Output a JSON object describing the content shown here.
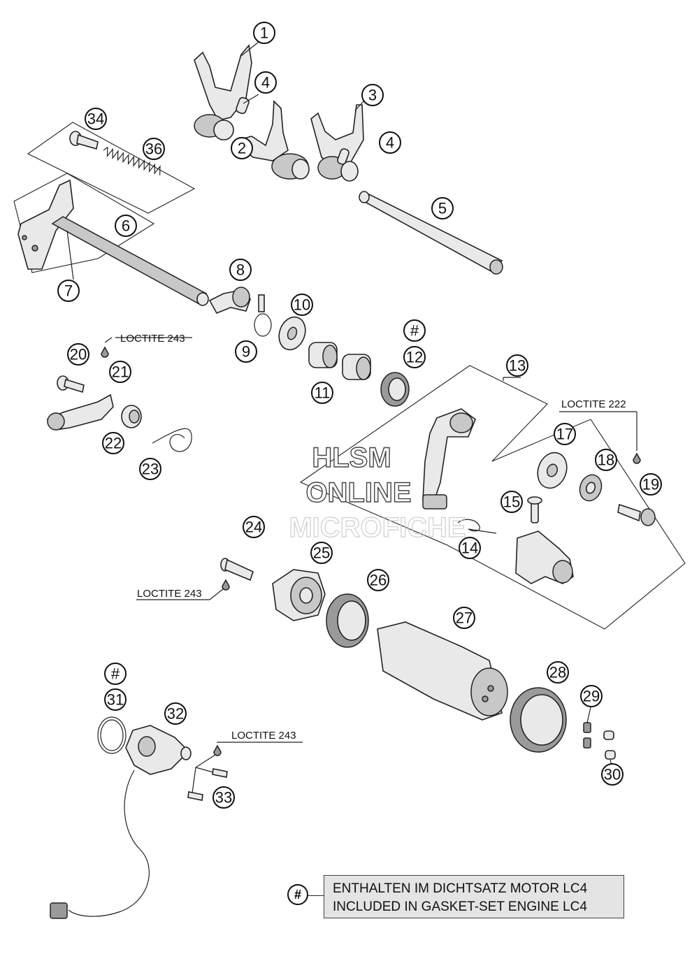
{
  "callouts": {
    "c1": "1",
    "c2": "2",
    "c3": "3",
    "c4a": "4",
    "c4b": "4",
    "c5": "5",
    "c6": "6",
    "c7": "7",
    "c8": "8",
    "c9": "9",
    "c10": "10",
    "c11": "11",
    "c12": "12",
    "c12h": "#",
    "c13": "13",
    "c14": "14",
    "c15": "15",
    "c17": "17",
    "c18": "18",
    "c19": "19",
    "c20": "20",
    "c21": "21",
    "c22": "22",
    "c23": "23",
    "c24": "24",
    "c25": "25",
    "c26": "26",
    "c27": "27",
    "c28": "28",
    "c29": "29",
    "c30": "30",
    "c31": "31",
    "c31h": "#",
    "c32": "32",
    "c33": "33",
    "c34": "34",
    "c36": "36"
  },
  "loctite": {
    "l1": "LOCTITE 243",
    "l2": "LOCTITE 222",
    "l3": "LOCTITE 243",
    "l4": "LOCTITE 243"
  },
  "watermark": {
    "line1": "HLSM",
    "line2": "ONLINE",
    "line3": "MICROFICHE"
  },
  "legend": {
    "symbol": "#",
    "line1": "ENTHALTEN IM DICHTSATZ MOTOR LC4",
    "line2": "INCLUDED IN GASKET-SET ENGINE LC4"
  }
}
